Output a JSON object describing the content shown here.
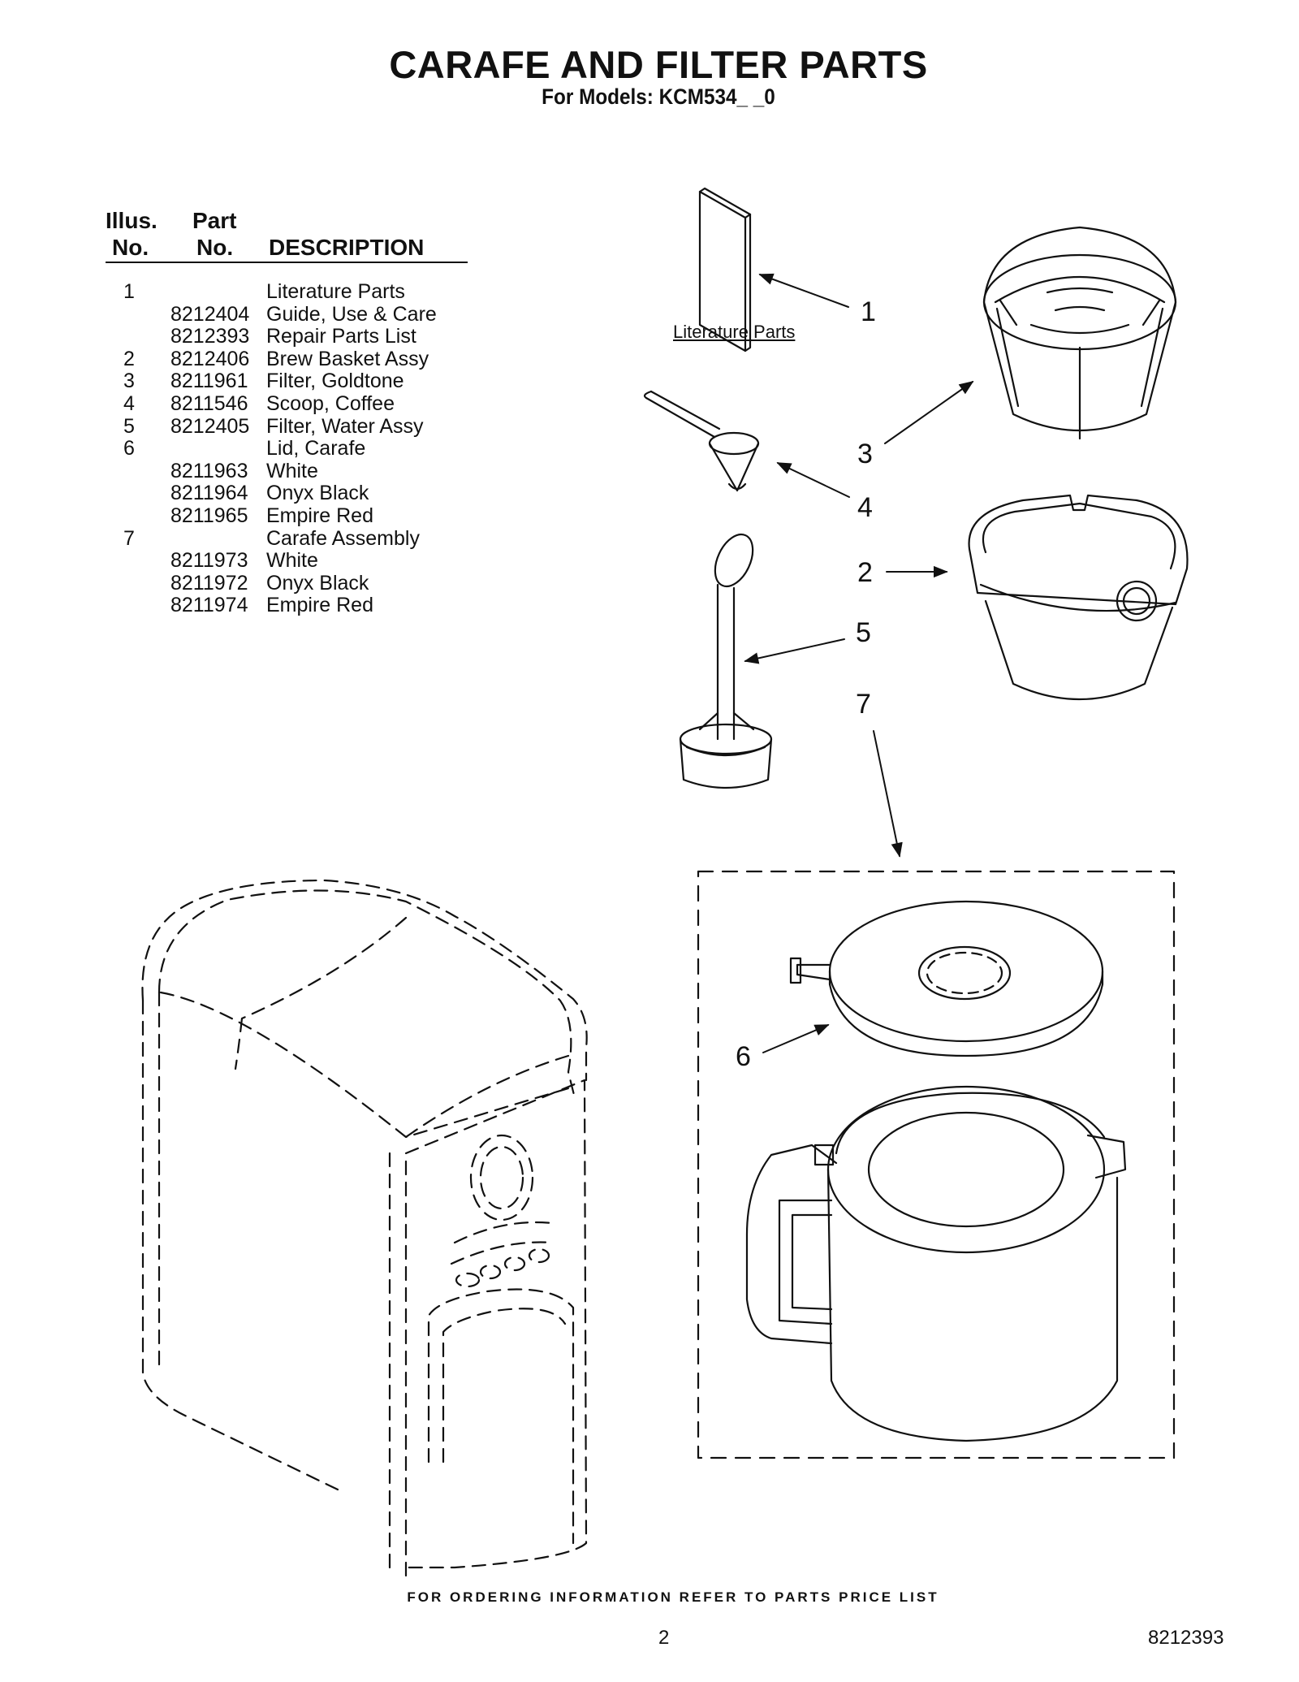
{
  "title": "CARAFE AND FILTER PARTS",
  "subtitle": "For Models: KCM534_ _0",
  "table": {
    "headers": {
      "illus_line1": "Illus.",
      "illus_line2": "No.",
      "part_line1": "Part",
      "part_line2": "No.",
      "description": "DESCRIPTION"
    },
    "rows": [
      {
        "illus": "1",
        "part": "",
        "desc": "Literature Parts"
      },
      {
        "illus": "",
        "part": "8212404",
        "desc": "Guide, Use & Care"
      },
      {
        "illus": "",
        "part": "8212393",
        "desc": "Repair Parts List"
      },
      {
        "illus": "2",
        "part": "8212406",
        "desc": "Brew Basket Assy"
      },
      {
        "illus": "3",
        "part": "8211961",
        "desc": "Filter, Goldtone"
      },
      {
        "illus": "4",
        "part": "8211546",
        "desc": "Scoop, Coffee"
      },
      {
        "illus": "5",
        "part": "8212405",
        "desc": "Filter, Water Assy"
      },
      {
        "illus": "6",
        "part": "",
        "desc": "Lid, Carafe"
      },
      {
        "illus": "",
        "part": "8211963",
        "desc": "White"
      },
      {
        "illus": "",
        "part": "8211964",
        "desc": "Onyx Black"
      },
      {
        "illus": "",
        "part": "8211965",
        "desc": "Empire Red"
      },
      {
        "illus": "7",
        "part": "",
        "desc": "Carafe Assembly"
      },
      {
        "illus": "",
        "part": "8211973",
        "desc": "White"
      },
      {
        "illus": "",
        "part": "8211972",
        "desc": "Onyx Black"
      },
      {
        "illus": "",
        "part": "8211974",
        "desc": "Empire Red"
      }
    ]
  },
  "diagram": {
    "literature_label": "Literature Parts",
    "callouts": {
      "c1": "1",
      "c2": "2",
      "c3": "3",
      "c4": "4",
      "c5": "5",
      "c6": "6",
      "c7": "7"
    }
  },
  "footer": {
    "ordering": "FOR ORDERING INFORMATION REFER TO PARTS PRICE LIST",
    "page_number": "2",
    "document_number": "8212393"
  }
}
